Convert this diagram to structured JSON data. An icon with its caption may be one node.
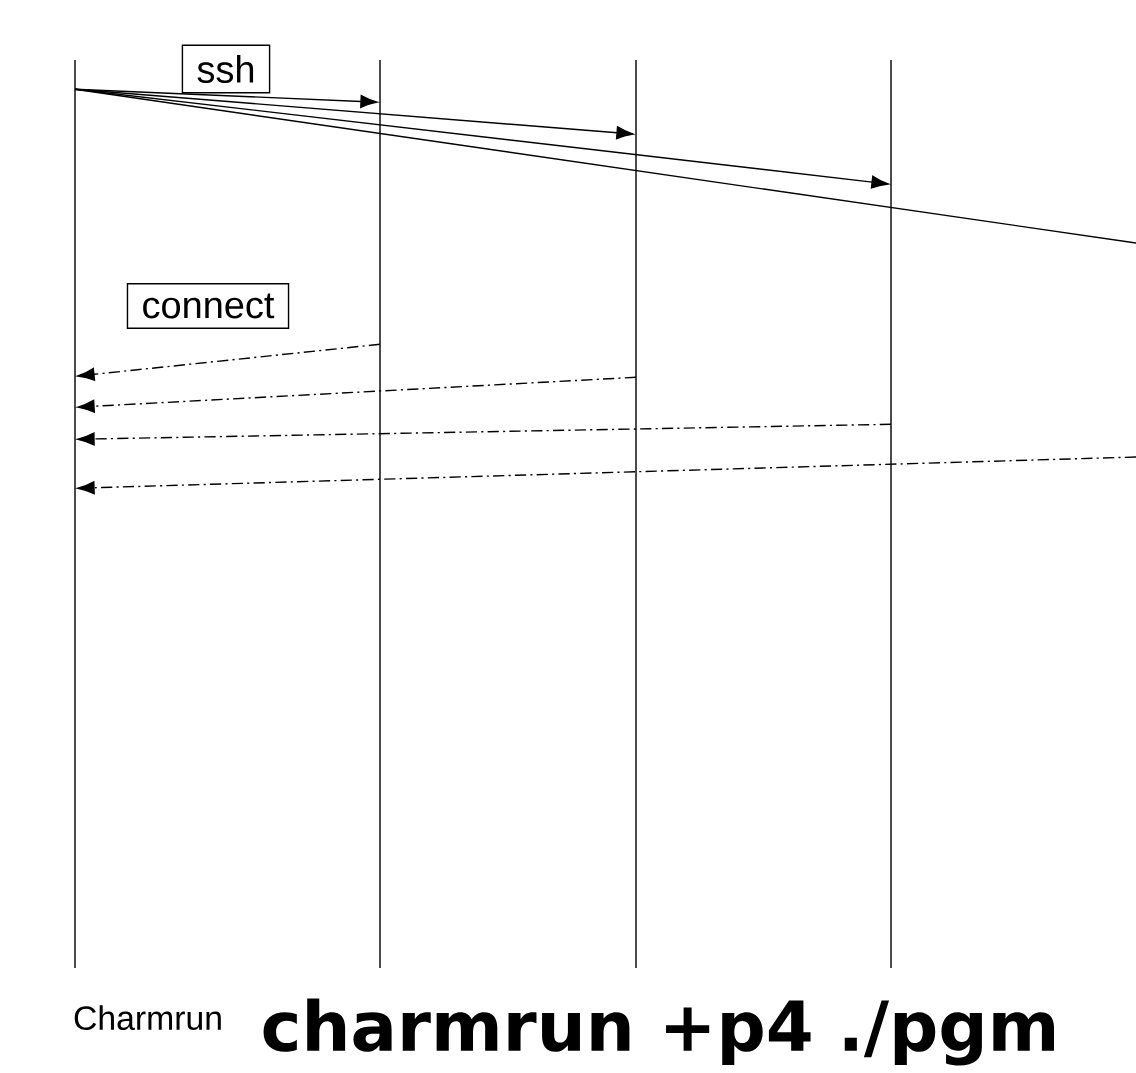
{
  "diagram": {
    "title": "charmrun +p4 ./pgm",
    "nodes": [
      {
        "text": [],
        "shape": "bar",
        "beside": [
          "Charmrun"
        ]
      },
      {
        "text": [],
        "shape": "bar"
      },
      {
        "text": [],
        "shape": "bar"
      },
      {
        "text": [],
        "shape": "bar"
      },
      {
        "text": [
          "ssh"
        ]
      },
      {
        "text": [
          "connect"
        ]
      }
    ],
    "edges": [
      {
        "from": 0,
        "to": 1,
        "arrow": "to"
      },
      {
        "from": 0,
        "to": 2,
        "arrow": "to"
      },
      {
        "from": 0,
        "to": 3,
        "arrow": "to"
      },
      {
        "from": 0,
        "to": null,
        "arrow": "none"
      },
      {
        "from": 1,
        "to": 0,
        "arrow": "to",
        "style": "dashed"
      },
      {
        "from": 2,
        "to": 0,
        "arrow": "to",
        "style": "dashed"
      },
      {
        "from": 3,
        "to": 0,
        "arrow": "to",
        "style": "dashed"
      },
      {
        "from": null,
        "to": 0,
        "arrow": "to",
        "style": "dashed"
      }
    ]
  }
}
